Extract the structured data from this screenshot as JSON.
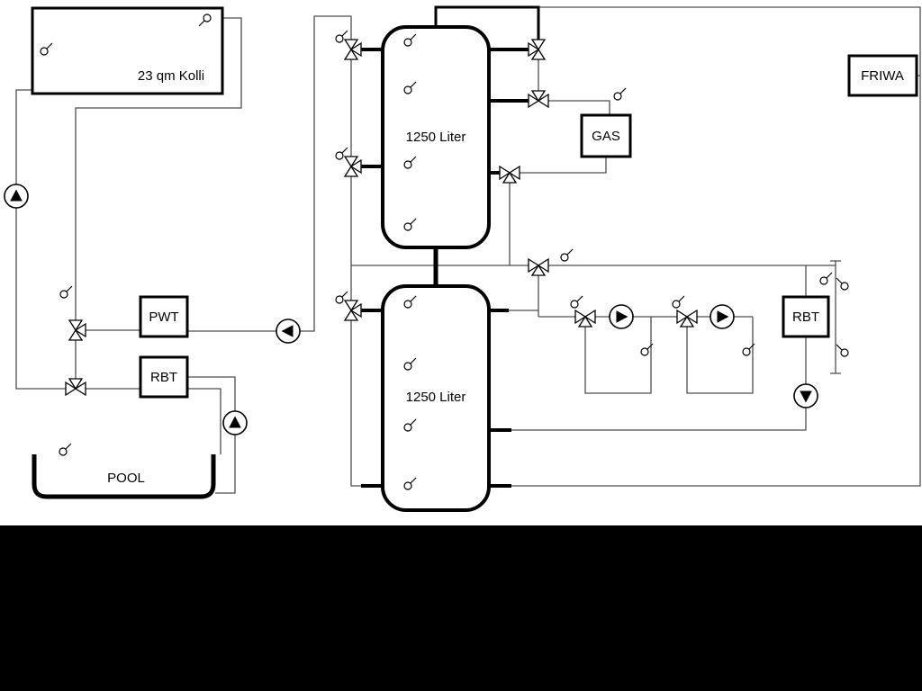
{
  "colors": {
    "background": "#ffffff",
    "letterbox": "#000000",
    "pipe": "#4d4d4d",
    "component": "#000000"
  },
  "labels": {
    "collector": "23 qm Kolli",
    "tank1": "1250 Liter",
    "tank2": "1250 Liter",
    "gas": "GAS",
    "friwa": "FRIWA",
    "pwt": "PWT",
    "rbt_left": "RBT",
    "rbt_right": "RBT",
    "pool": "POOL"
  },
  "icons": {
    "pump": "circle-with-filled-triangle",
    "three_way_valve": "bowtie-triangle-valve",
    "sensor": "small-circle-probe"
  }
}
